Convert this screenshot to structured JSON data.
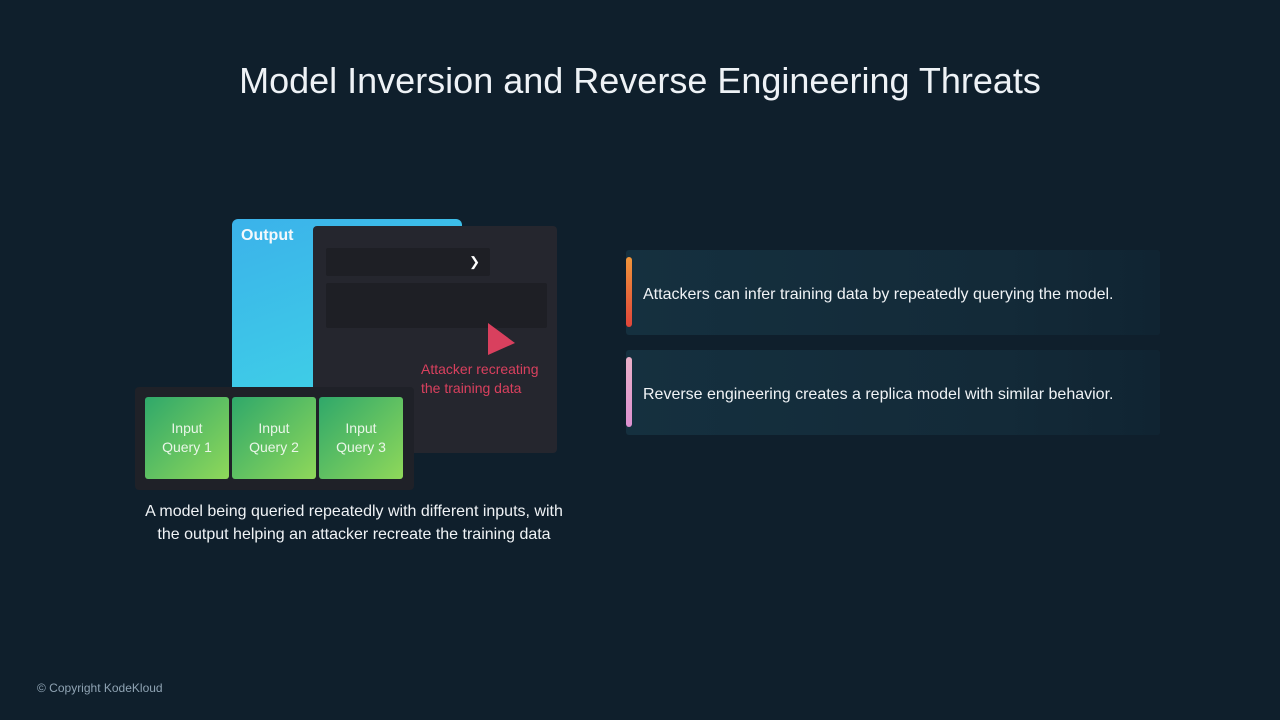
{
  "title": "Model Inversion and Reverse Engineering Threats",
  "diagram": {
    "output_label": "Output",
    "attacker_label_line1": "Attacker recreating",
    "attacker_label_line2": "the training data",
    "inputs": [
      {
        "line1": "Input",
        "line2": "Query 1"
      },
      {
        "line1": "Input",
        "line2": "Query 2"
      },
      {
        "line1": "Input",
        "line2": "Query 3"
      }
    ],
    "caption_line1": "A model being queried repeatedly with different inputs, with",
    "caption_line2": "the output helping an attacker recreate the training data"
  },
  "points": [
    {
      "text": "Attackers can infer training data by repeatedly querying the model.",
      "color": "#e8703a"
    },
    {
      "text": "Reverse engineering creates a replica model with similar behavior.",
      "color": "#e6a0c8"
    }
  ],
  "footer": "© Copyright KodeKloud"
}
